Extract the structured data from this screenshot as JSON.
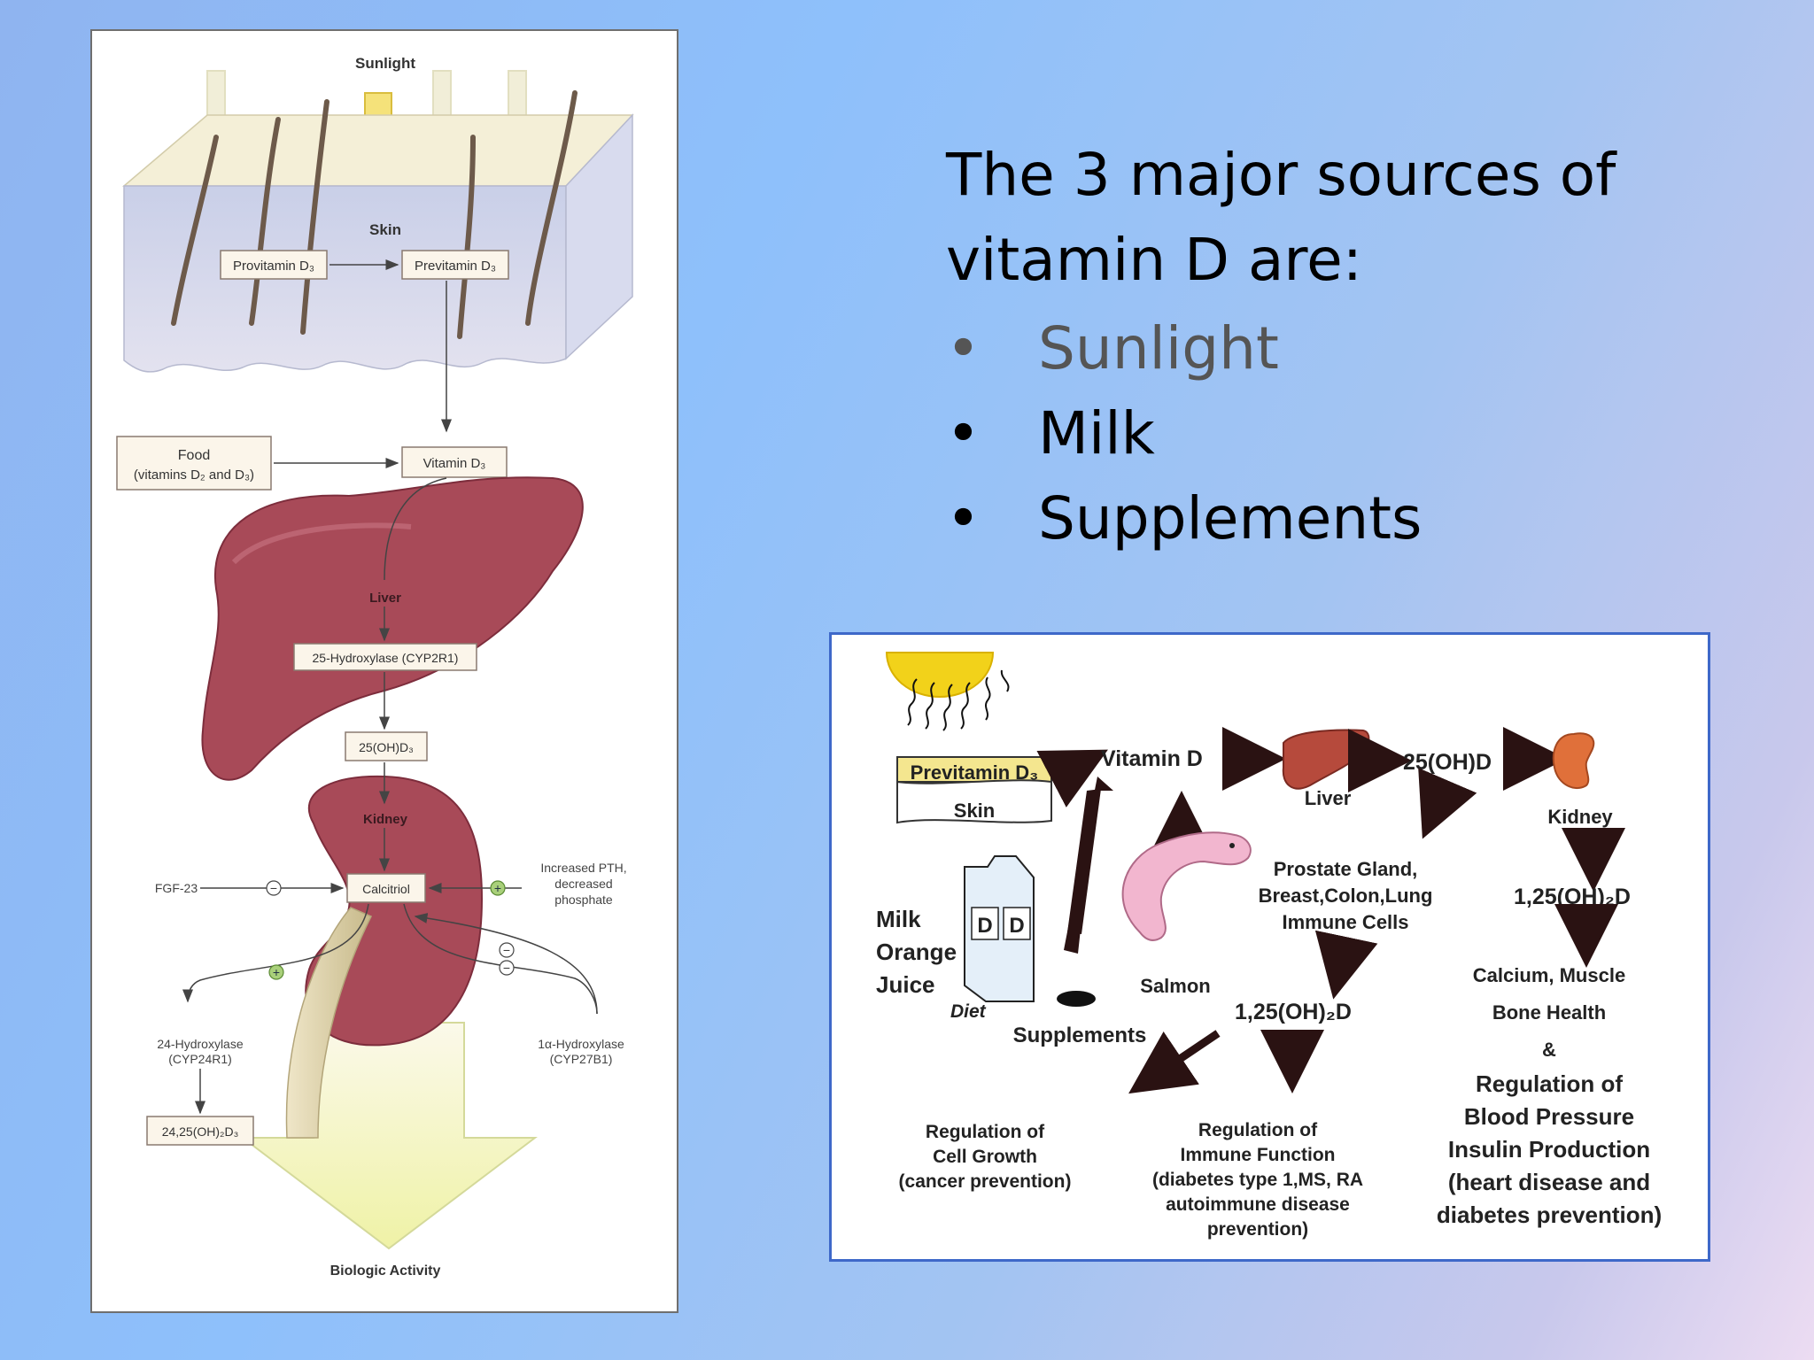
{
  "heading": "The 3 major sources of vitamin D are:",
  "bullets": [
    "Sunlight",
    "Milk",
    "Supplements"
  ],
  "bullet_symbol": "•",
  "left_diagram": {
    "sunlight": "Sunlight",
    "skin": "Skin",
    "provitamin": "Provitamin D₃",
    "previtamin": "Previtamin D₃",
    "food_line1": "Food",
    "food_line2": "(vitamins D₂ and D₃)",
    "vitamin_d3": "Vitamin D₃",
    "liver": "Liver",
    "hydroxylase25": "25-Hydroxylase (CYP2R1)",
    "oh_d3": "25(OH)D₃",
    "kidney": "Kidney",
    "fgf": "FGF-23",
    "calcitriol": "Calcitriol",
    "pth_line1": "Increased PTH,",
    "pth_line2": "decreased",
    "pth_line3": "phosphate",
    "h24_line1": "24-Hydroxylase",
    "h24_line2": "(CYP24R1)",
    "h1a_line1": "1α-Hydroxylase",
    "h1a_line2": "(CYP27B1)",
    "d24_25": "24,25(OH)₂D₃",
    "biologic": "Biologic Activity",
    "minus": "−",
    "plus": "+"
  },
  "right_diagram": {
    "previtamin": "Previtamin D₃",
    "skin": "Skin",
    "vitamin_d": "Vitamin D",
    "liver": "Liver",
    "oh_d": "25(OH)D",
    "kidney": "Kidney",
    "milk": "Milk",
    "orange": "Orange",
    "juice": "Juice",
    "carton_d": "D",
    "diet": "Diet",
    "supplements": "Supplements",
    "salmon": "Salmon",
    "prostate": "Prostate Gland,",
    "breast": "Breast,Colon,Lung",
    "immune_cells": "Immune Cells",
    "dihydroxy_kidney": "1,25(OH)₂D",
    "dihydroxy_tissue": "1,25(OH)₂D",
    "calcium": "Calcium, Muscle",
    "bone": "Bone Health",
    "amp": "&",
    "reg_of": "Regulation of",
    "blood_pressure": "Blood Pressure",
    "insulin": "Insulin Production",
    "heart": "(heart disease and",
    "diabetes_prev": "diabetes prevention)",
    "reg_cell_1": "Regulation of",
    "reg_cell_2": "Cell Growth",
    "reg_cell_3": "(cancer prevention)",
    "reg_imm_1": "Regulation of",
    "reg_imm_2": "Immune Function",
    "reg_imm_3": "(diabetes type 1,MS, RA",
    "reg_imm_4": "autoimmune disease",
    "reg_imm_5": "prevention)"
  }
}
